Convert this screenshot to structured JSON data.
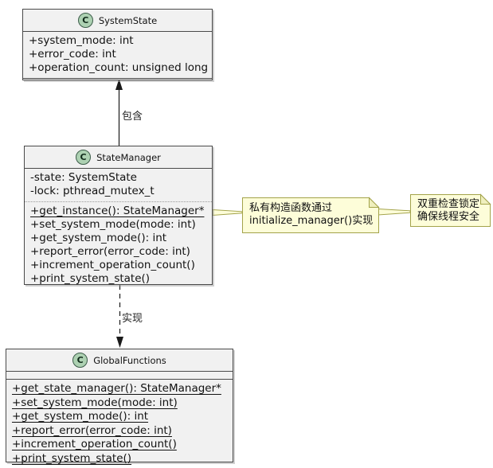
{
  "diagram": {
    "type": "uml-class-diagram",
    "classes": [
      {
        "name": "SystemState",
        "badge": "C",
        "attributes": [
          "+system_mode: int",
          "+error_code: int",
          "+operation_count: unsigned long"
        ],
        "methods": []
      },
      {
        "name": "StateManager",
        "badge": "C",
        "attributes": [
          "-state: SystemState",
          "-lock: pthread_mutex_t"
        ],
        "methods": [
          {
            "text": "+get_instance(): StateManager*",
            "static": true
          },
          {
            "text": "+set_system_mode(mode: int)",
            "static": false
          },
          {
            "text": "+get_system_mode(): int",
            "static": false
          },
          {
            "text": "+report_error(error_code: int)",
            "static": false
          },
          {
            "text": "+increment_operation_count()",
            "static": false
          },
          {
            "text": "+print_system_state()",
            "static": false
          }
        ]
      },
      {
        "name": "GlobalFunctions",
        "badge": "C",
        "attributes": [],
        "methods": [
          {
            "text": "+get_state_manager(): StateManager*",
            "static": true
          },
          {
            "text": "+set_system_mode(mode: int)",
            "static": true
          },
          {
            "text": "+get_system_mode(): int",
            "static": true
          },
          {
            "text": "+report_error(error_code: int)",
            "static": true
          },
          {
            "text": "+increment_operation_count()",
            "static": true
          },
          {
            "text": "+print_system_state()",
            "static": true
          }
        ]
      }
    ],
    "edges": [
      {
        "label": "包含",
        "style": "solid",
        "from": "StateManager",
        "to": "SystemState"
      },
      {
        "label": "实现",
        "style": "dashed",
        "from": "StateManager",
        "to": "GlobalFunctions"
      }
    ],
    "notes": [
      {
        "lines": [
          "私有构造函数通过",
          "initialize_manager()实现"
        ]
      },
      {
        "lines": [
          "双重检查锁定",
          "确保线程安全"
        ]
      }
    ],
    "colors": {
      "class_fill": "#F1F1F1",
      "class_border": "#4A4A4A",
      "badge_fill": "#ADD1B2",
      "note_fill": "#FDFDD9",
      "note_border": "#A3A34A",
      "line": "#1A1A1A"
    }
  }
}
